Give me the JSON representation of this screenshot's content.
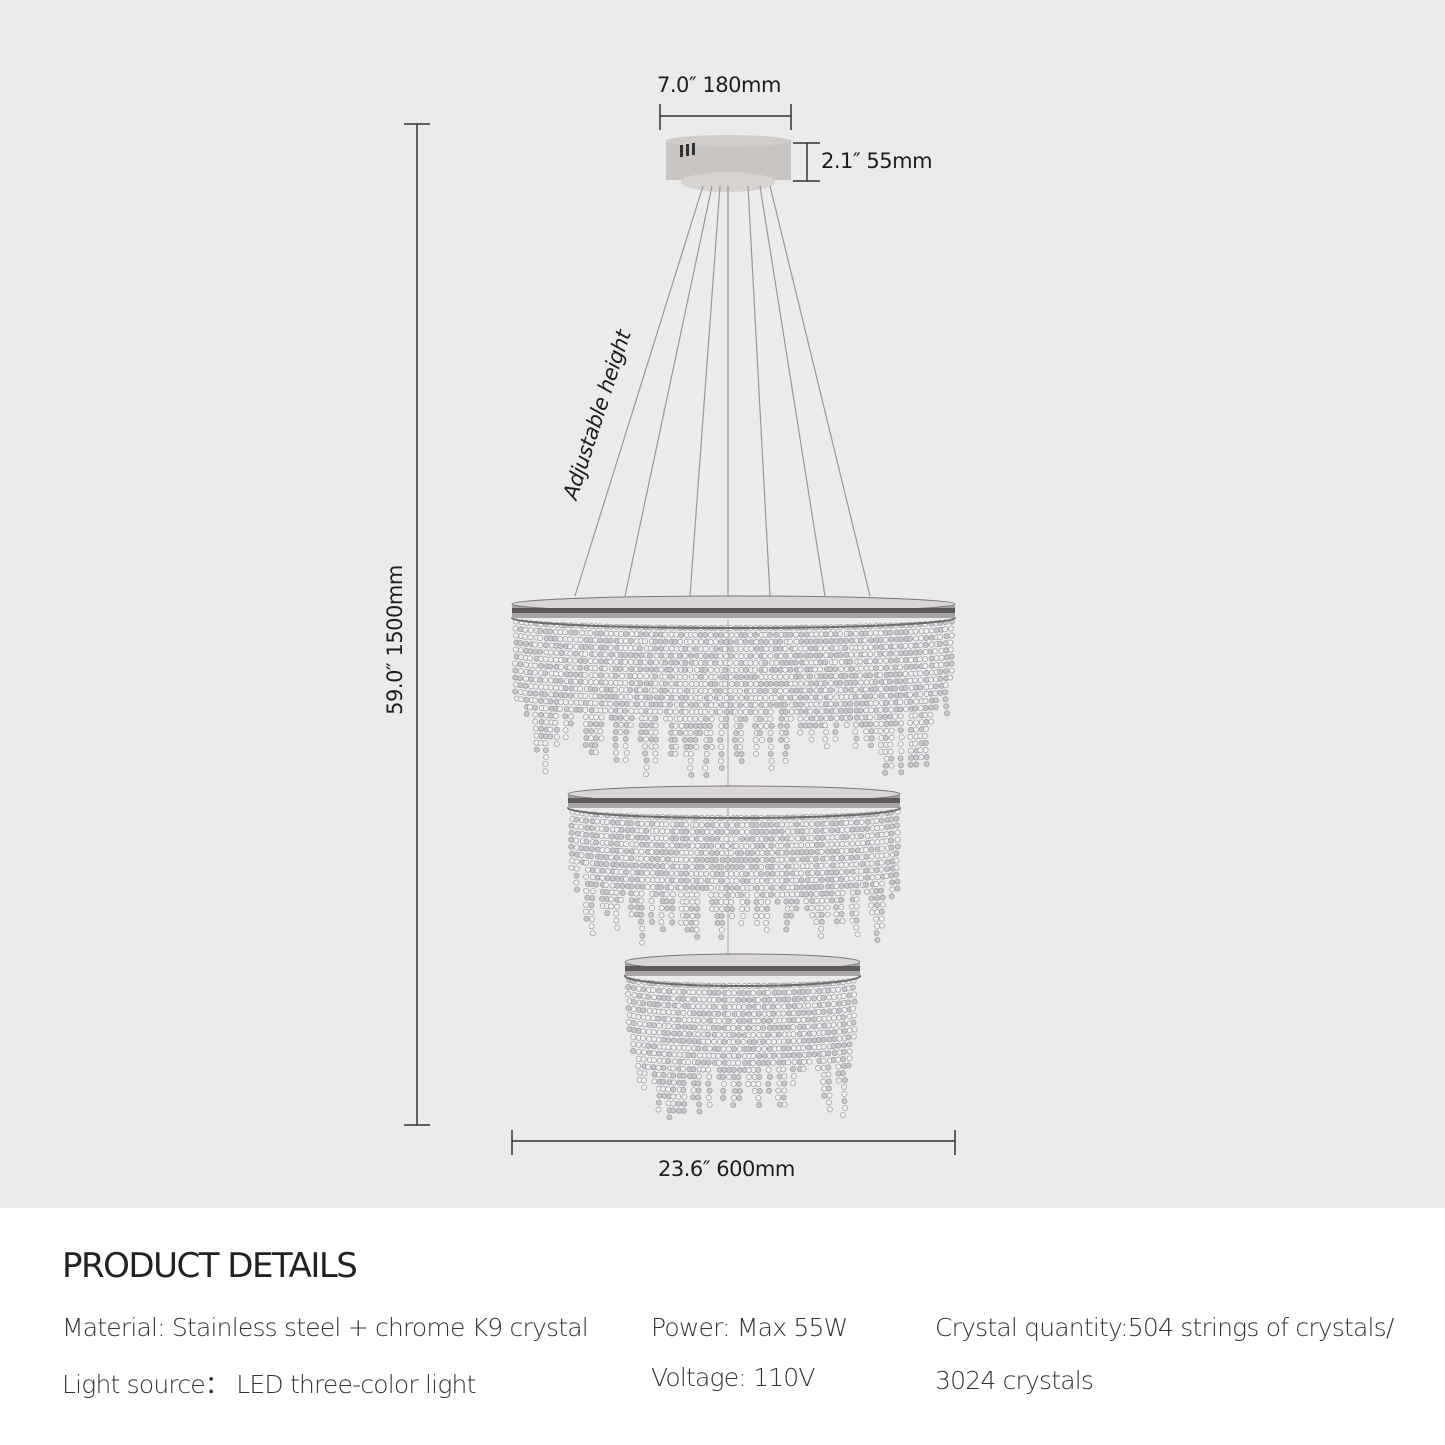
{
  "dimensions": {
    "canopy_width": "7.0″  180mm",
    "canopy_height": "2.1″  55mm",
    "total_height": "59.0″  1500mm",
    "diameter": "23.6″  600mm",
    "adjustable_label": "Adjustable height"
  },
  "colors": {
    "background_top": "#ebebeb",
    "background_bottom": "#ffffff",
    "chrome": "#b8b4b2"
  },
  "details": {
    "title": "PRODUCT DETAILS",
    "material": "Material: Stainless steel + chrome K9 crystal",
    "light_source": "Light source：  LED three-color light",
    "power": "Power: Max 55W",
    "voltage": "Voltage: 110V",
    "crystal_quantity_line1": "Crystal quantity:504 strings of crystals/",
    "crystal_quantity_line2": "3024 crystals"
  }
}
